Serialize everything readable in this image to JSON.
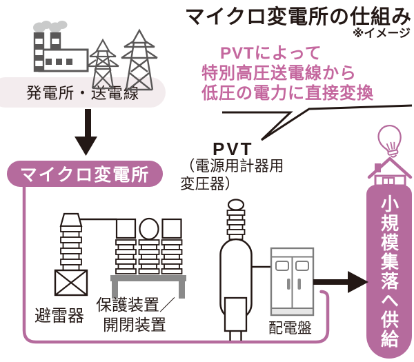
{
  "header": {
    "title": "マイクロ変電所の仕組み",
    "note": "※イメージ"
  },
  "flow": {
    "source_label": "発電所・送電線",
    "micro_substation_label": "マイクロ変電所",
    "supply_label": "小規模集落へ供給"
  },
  "callout": {
    "lines": [
      "PVTによって",
      "特別高圧送電線から",
      "低圧の電力に直接変換"
    ]
  },
  "pvt": {
    "name": "PVT",
    "sub_lines": [
      "（電源用計器用",
      "変圧器）"
    ]
  },
  "equipment": {
    "arrester": "避雷器",
    "protector_line1": "保護装置／",
    "protector_line2": "開閉装置",
    "board": "配電盤"
  },
  "icons": [
    "factory-icon",
    "transmission-tower-icon",
    "down-arrow-icon",
    "right-arrow-icon",
    "bulb-icon",
    "house-icon"
  ],
  "colors": {
    "accent": "#b56b9d",
    "callout_text": "#c4679e",
    "light_pill": "#f3ecee",
    "ink": "#231815",
    "icon_gray": "#595757",
    "frame_gray": "#8a8a8a",
    "cabinet_gray": "#7d7d7d",
    "smoke": "#c9caca",
    "band_fill": "#e6e6e6"
  }
}
